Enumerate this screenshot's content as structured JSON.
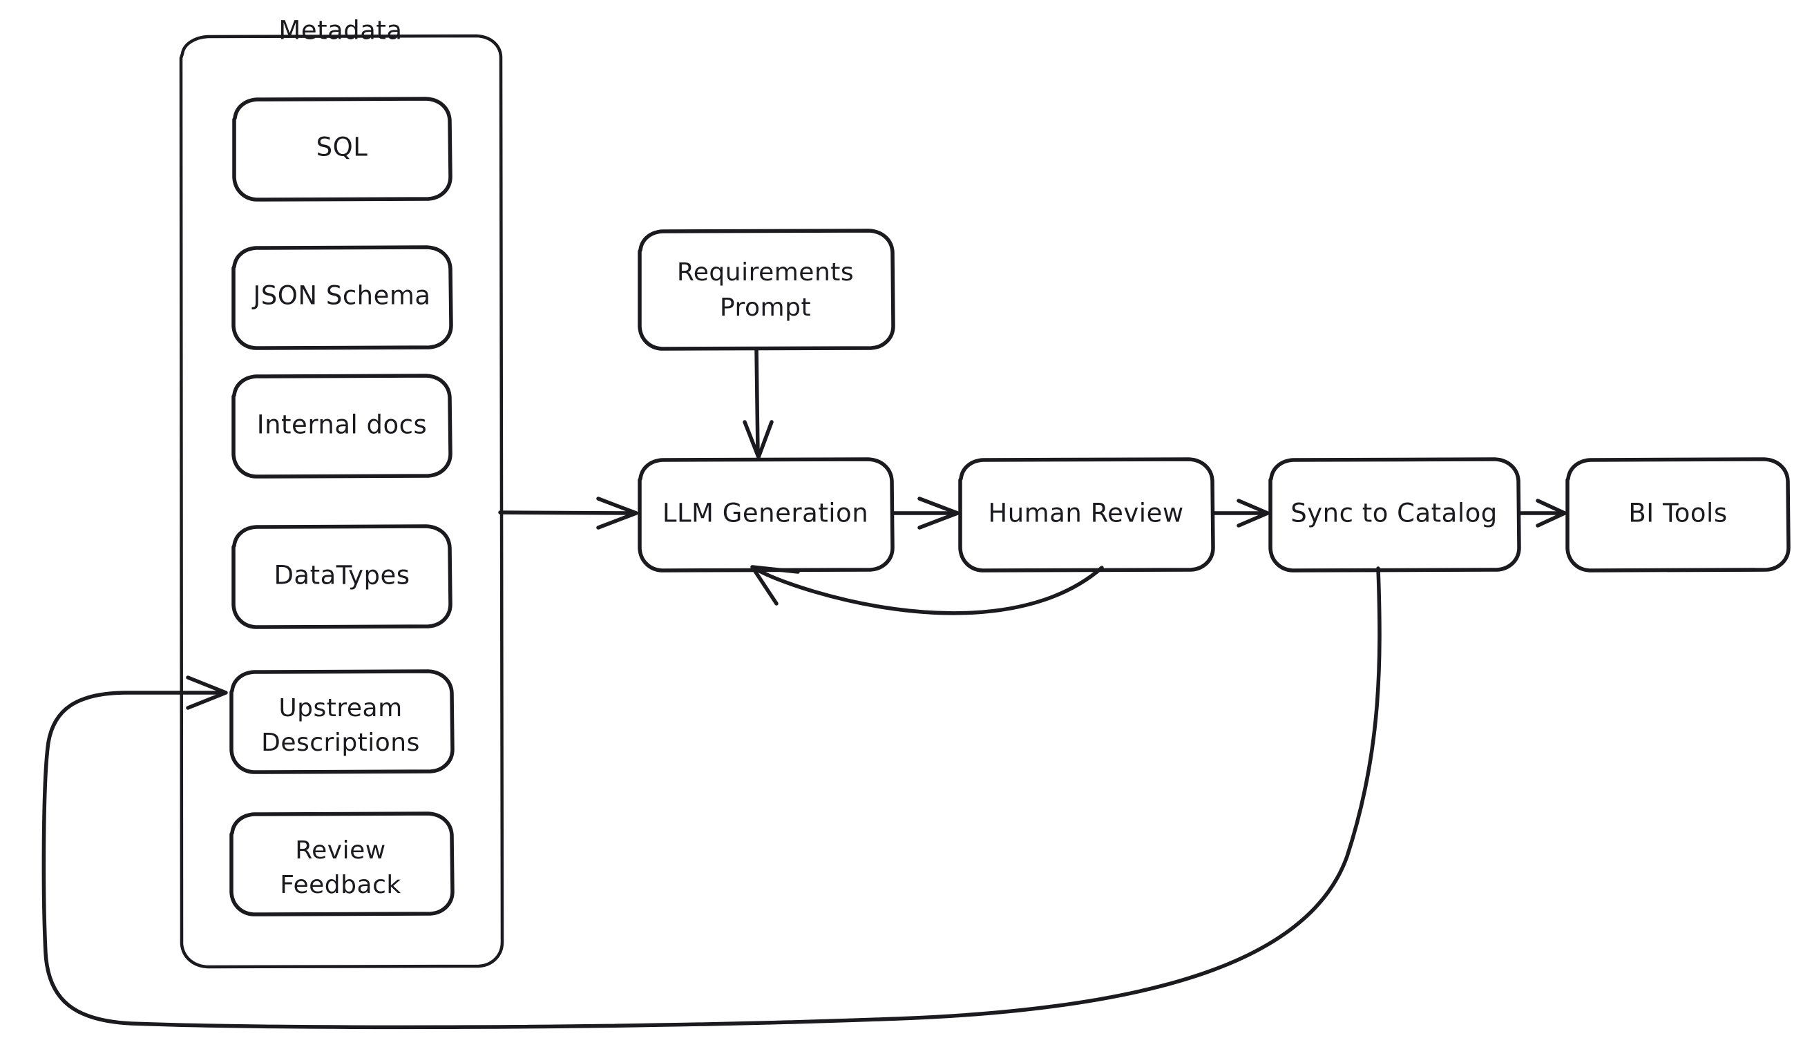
{
  "diagram": {
    "title": "",
    "style": "hand-drawn",
    "background_color": "#ffffff",
    "stroke_color": "#1b1b1f",
    "fill_color": "#ffffff",
    "groups": [
      {
        "id": "metadata",
        "label": "Metadata",
        "nodes": [
          {
            "id": "sql",
            "label": "SQL"
          },
          {
            "id": "json-schema",
            "label": "JSON Schema"
          },
          {
            "id": "internal-docs",
            "label": "Internal docs"
          },
          {
            "id": "datatypes",
            "label": "DataTypes"
          },
          {
            "id": "upstream-descriptions",
            "label_line1": "Upstream",
            "label_line2": "Descriptions"
          },
          {
            "id": "review-feedback",
            "label_line1": "Review",
            "label_line2": "Feedback"
          }
        ]
      }
    ],
    "nodes": [
      {
        "id": "requirements-prompt",
        "label_line1": "Requirements",
        "label_line2": "Prompt"
      },
      {
        "id": "llm-generation",
        "label": "LLM Generation"
      },
      {
        "id": "human-review",
        "label": "Human Review"
      },
      {
        "id": "sync-to-catalog",
        "label": "Sync to Catalog"
      },
      {
        "id": "bi-tools",
        "label": "BI Tools"
      }
    ],
    "edges": [
      {
        "id": "metadata-to-llm",
        "from": "metadata",
        "to": "llm-generation",
        "label": "",
        "arrow": "end"
      },
      {
        "id": "prompt-to-llm",
        "from": "requirements-prompt",
        "to": "llm-generation",
        "label": "",
        "arrow": "end"
      },
      {
        "id": "llm-to-review",
        "from": "llm-generation",
        "to": "human-review",
        "label": "",
        "arrow": "end"
      },
      {
        "id": "review-to-sync",
        "from": "human-review",
        "to": "sync-to-catalog",
        "label": "",
        "arrow": "end"
      },
      {
        "id": "sync-to-bi",
        "from": "sync-to-catalog",
        "to": "bi-tools",
        "label": "",
        "arrow": "end"
      },
      {
        "id": "review-back-to-llm",
        "from": "human-review",
        "to": "llm-generation",
        "label": "",
        "arrow": "end"
      },
      {
        "id": "sync-back-to-upstream",
        "from": "sync-to-catalog",
        "to": "upstream-descriptions",
        "label": "",
        "arrow": "end"
      }
    ]
  }
}
